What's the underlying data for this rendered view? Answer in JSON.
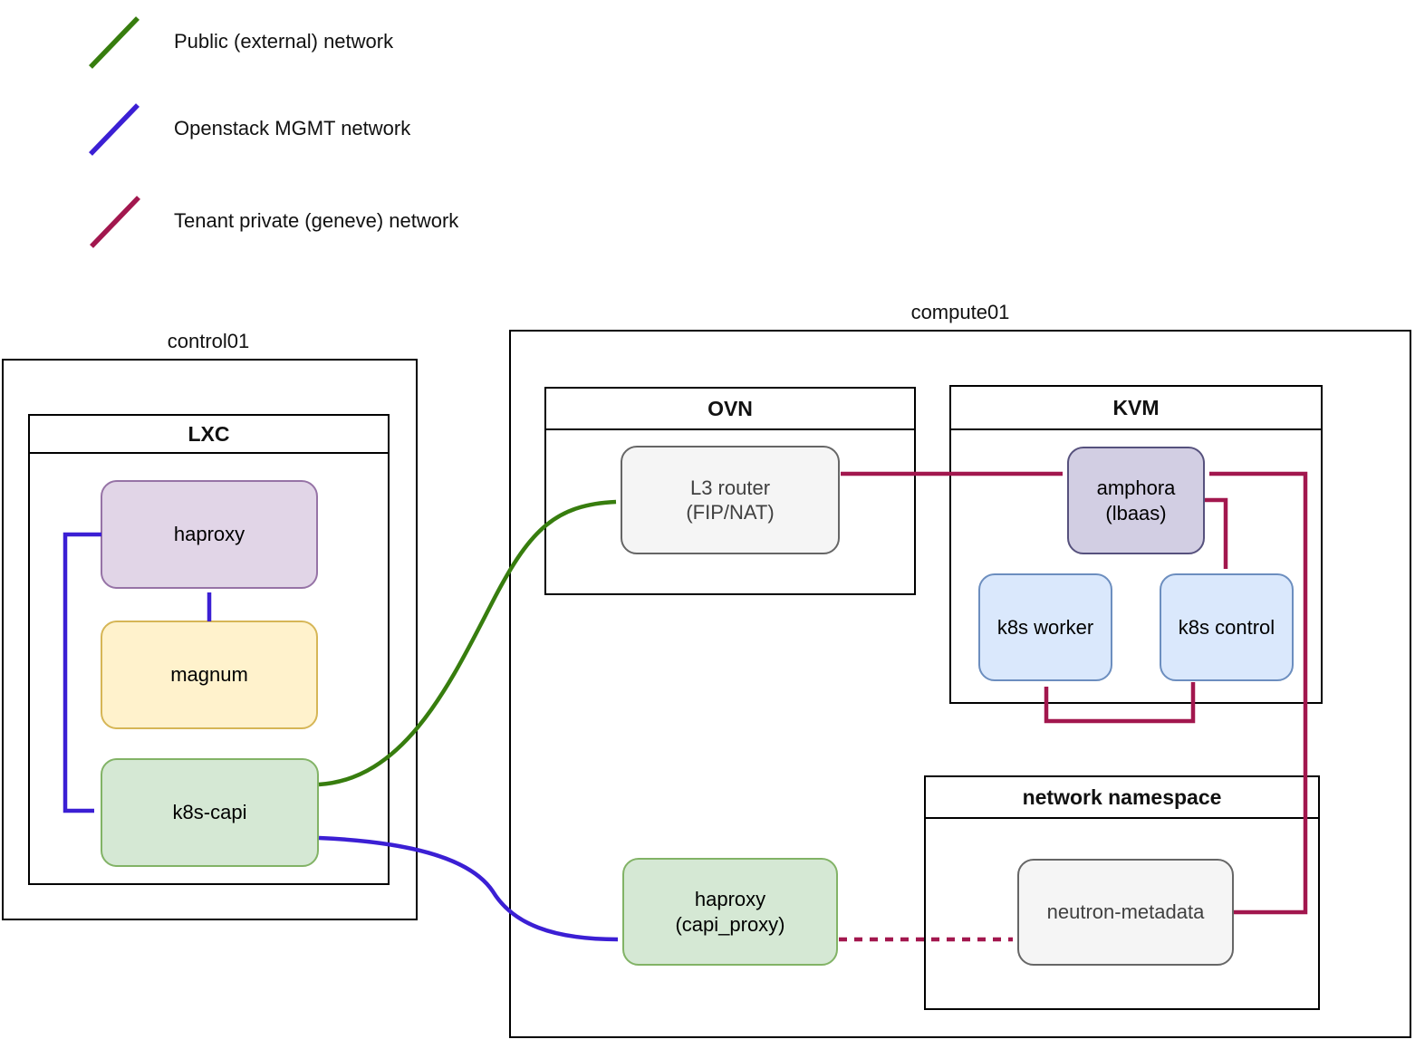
{
  "diagram": {
    "legend": {
      "items": [
        {
          "id": "public",
          "label": "Public (external) network",
          "color": "#377D0E"
        },
        {
          "id": "mgmt",
          "label": "Openstack MGMT network",
          "color": "#3B1FD4"
        },
        {
          "id": "tenant",
          "label": "Tenant private (geneve) network",
          "color": "#A2174E"
        }
      ]
    },
    "groups": {
      "control01": {
        "title": "control01"
      },
      "lxc": {
        "title": "LXC"
      },
      "compute01": {
        "title": "compute01"
      },
      "ovn": {
        "title": "OVN"
      },
      "kvm": {
        "title": "KVM"
      },
      "netns": {
        "title": "network namespace"
      }
    },
    "nodes": {
      "haproxy": {
        "label": "haproxy",
        "fill": "#E1D5E7",
        "border": "#9673A6",
        "text": "#000000"
      },
      "magnum": {
        "label": "magnum",
        "fill": "#FFF2CC",
        "border": "#D6B656",
        "text": "#000000"
      },
      "k8s_capi": {
        "label": "k8s-capi",
        "fill": "#D5E8D4",
        "border": "#82B366",
        "text": "#000000"
      },
      "l3_router": {
        "line1": "L3 router",
        "line2": "(FIP/NAT)",
        "fill": "#F5F5F5",
        "border": "#666666",
        "text": "#404040"
      },
      "amphora": {
        "line1": "amphora",
        "line2": "(lbaas)",
        "fill": "#D2CEE3",
        "border": "#56517D",
        "text": "#000000"
      },
      "k8s_worker": {
        "label": "k8s worker",
        "fill": "#DAE8FC",
        "border": "#6C8EBF",
        "text": "#000000"
      },
      "k8s_control": {
        "label": "k8s control",
        "fill": "#DAE8FC",
        "border": "#6C8EBF",
        "text": "#000000"
      },
      "haproxy_capi": {
        "line1": "haproxy",
        "line2": "(capi_proxy)",
        "fill": "#D5E8D4",
        "border": "#82B366",
        "text": "#000000"
      },
      "neutron_metadata": {
        "label": "neutron-metadata",
        "fill": "#F5F5F5",
        "border": "#666666",
        "text": "#404040"
      }
    }
  }
}
